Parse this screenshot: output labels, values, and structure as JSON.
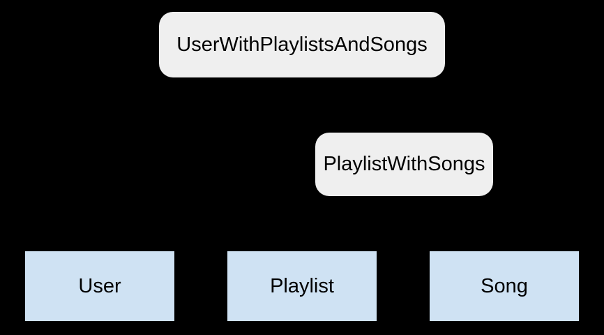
{
  "diagram": {
    "background_color": "#000000",
    "text_color": "#000000",
    "rounded_node_fill": "#efefef",
    "rect_node_fill": "#cfe2f3",
    "nodes": [
      {
        "id": "user-with-playlists-and-songs",
        "label": "UserWithPlaylistsAndSongs",
        "shape": "rounded"
      },
      {
        "id": "playlist-with-songs",
        "label": "PlaylistWithSongs",
        "shape": "rounded"
      },
      {
        "id": "user",
        "label": "User",
        "shape": "rect"
      },
      {
        "id": "playlist",
        "label": "Playlist",
        "shape": "rect"
      },
      {
        "id": "song",
        "label": "Song",
        "shape": "rect"
      }
    ]
  }
}
